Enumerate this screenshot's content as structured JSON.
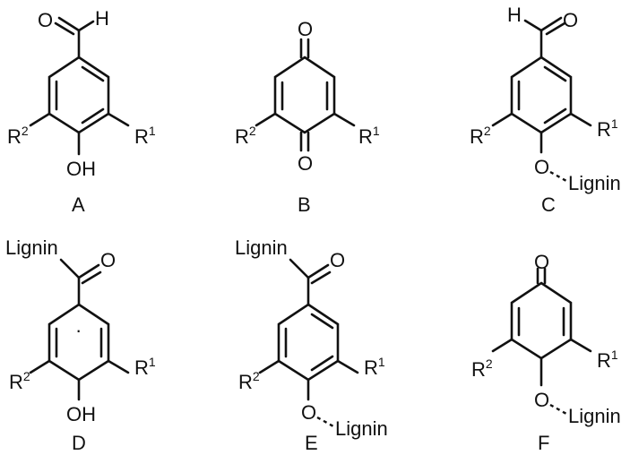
{
  "structures": [
    {
      "id": "A",
      "caption": "A",
      "sub_left": "R",
      "sub_left_sup": "2",
      "sub_right": "R",
      "sub_right_sup": "1",
      "top_label": "O",
      "top_h": "H",
      "bottom_label": "OH"
    },
    {
      "id": "B",
      "caption": "B",
      "sub_left": "R",
      "sub_left_sup": "2",
      "sub_right": "R",
      "sub_right_sup": "1",
      "top_label": "O",
      "bottom_label": "O"
    },
    {
      "id": "C",
      "caption": "C",
      "sub_left": "R",
      "sub_left_sup": "2",
      "sub_right": "R",
      "sub_right_sup": "1",
      "top_label": "O",
      "top_h": "H",
      "bottom_o": "O",
      "bottom_link": "Lignin"
    },
    {
      "id": "D",
      "caption": "D",
      "sub_left": "R",
      "sub_left_sup": "2",
      "sub_right": "R",
      "sub_right_sup": "1",
      "top_label": "O",
      "top_link": "Lignin",
      "bottom_label": "OH",
      "radical": "·"
    },
    {
      "id": "E",
      "caption": "E",
      "sub_left": "R",
      "sub_left_sup": "2",
      "sub_right": "R",
      "sub_right_sup": "1",
      "top_label": "O",
      "top_link": "Lignin",
      "bottom_o": "O",
      "bottom_link": "Lignin"
    },
    {
      "id": "F",
      "caption": "F",
      "sub_left": "R",
      "sub_left_sup": "2",
      "sub_right": "R",
      "sub_right_sup": "1",
      "top_label": "O",
      "bottom_o": "O",
      "bottom_link": "Lignin"
    }
  ]
}
